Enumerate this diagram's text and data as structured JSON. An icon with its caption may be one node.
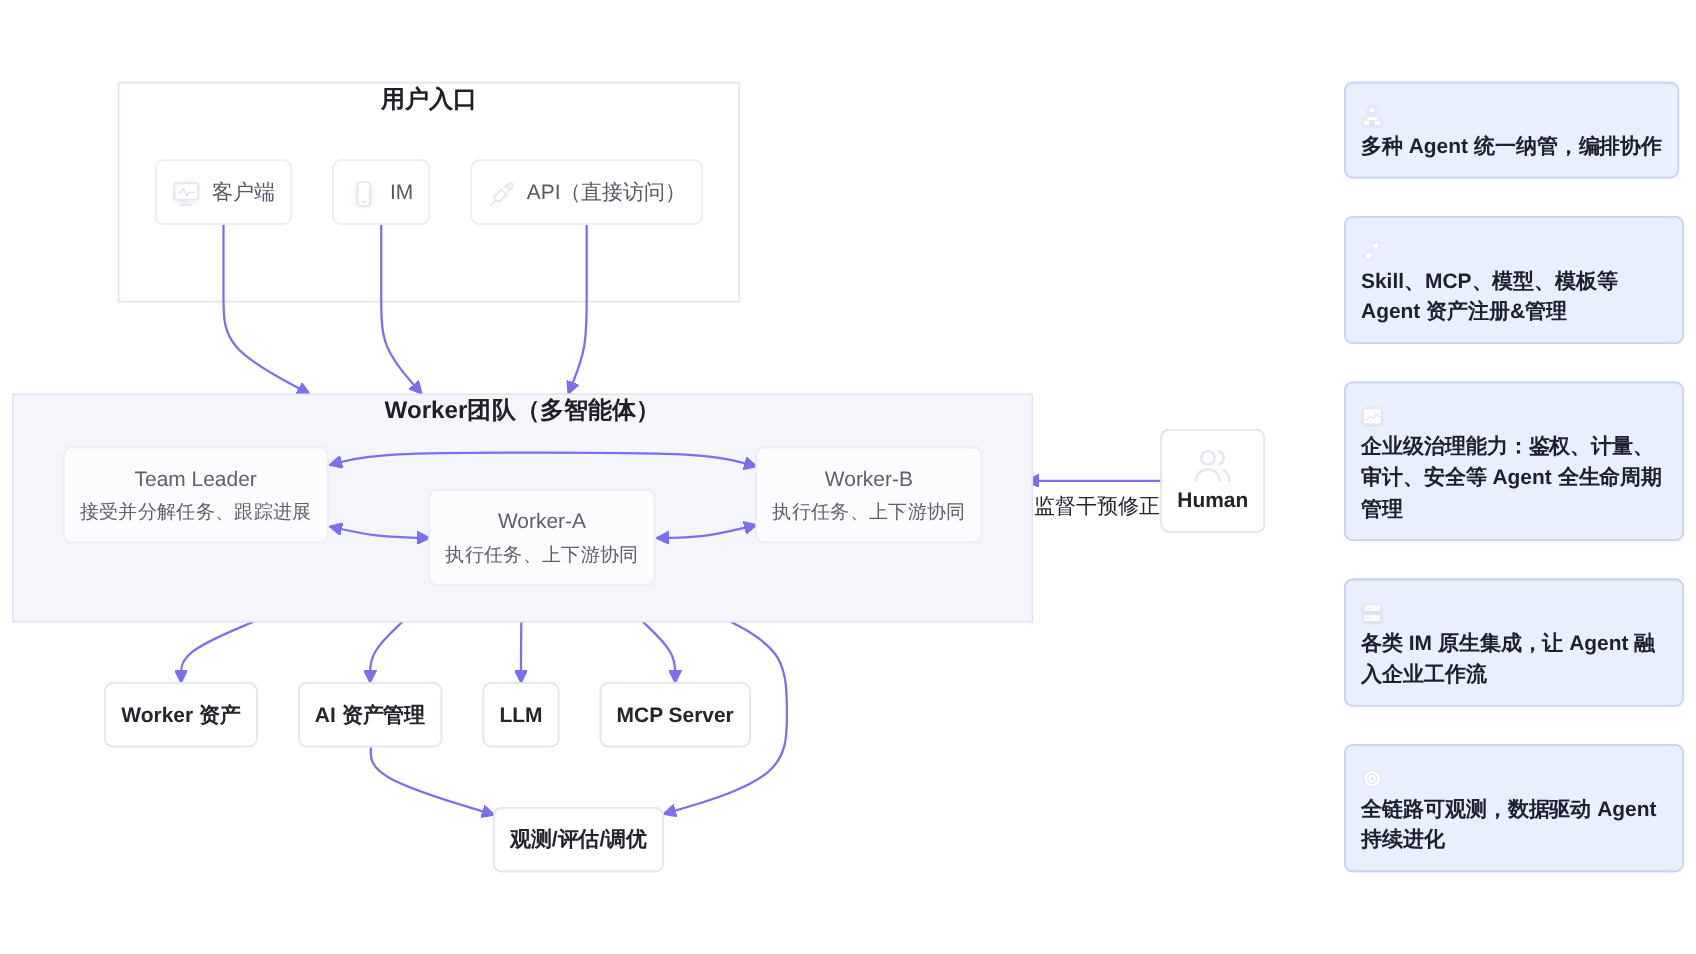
{
  "diagram": {
    "nodes": [
      {
        "text": [
          "用户入口"
        ]
      },
      {
        "text": [
          "客户端"
        ],
        "in": 0
      },
      {
        "text": [
          "IM"
        ],
        "in": 0
      },
      {
        "text": [
          "API（直接访问）"
        ],
        "in": 0
      },
      {
        "text": [
          "Worker 资产"
        ]
      },
      {
        "text": [
          "Worker团队（多智能体）"
        ]
      },
      {
        "text": [
          "Team Leader",
          "接受并分解任务、跟踪进展"
        ],
        "in": 5
      },
      {
        "text": [
          "Worker-A",
          "执行任务、上下游协同"
        ],
        "in": 5
      },
      {
        "text": [
          "Worker-B",
          "执行任务、上下游协同"
        ],
        "in": 5
      },
      {
        "text": [
          "Human"
        ]
      },
      {
        "text": [
          "AI 资产管理"
        ]
      },
      {
        "text": [
          "LLM"
        ]
      },
      {
        "text": [
          "MCP Server"
        ]
      },
      {
        "text": [
          "观测/评估/调优"
        ]
      },
      {
        "text": [
          "多种 Agent 统一纳管，编排协作"
        ]
      },
      {
        "text": [
          "Skill、MCP、模型、模板等 Agent 资产注册&管理"
        ]
      },
      {
        "text": [
          "企业级治理能力：鉴权、计量、审计、安全等 Agent 全生命周期管理"
        ]
      },
      {
        "text": [
          "各类 IM 原生集成，让 Agent 融入企业工作流"
        ]
      },
      {
        "text": [
          "全链路可观测，数据驱动 Agent 持续进化"
        ]
      }
    ],
    "edges": [
      {
        "from": 1,
        "to": 5,
        "arrow": "to"
      },
      {
        "from": 2,
        "to": 5,
        "arrow": "to"
      },
      {
        "from": 3,
        "to": 5,
        "arrow": "to"
      },
      {
        "from": 5,
        "to": 4,
        "arrow": "to"
      },
      {
        "from": 9,
        "to": 5,
        "arrow": "to",
        "label": "监督干预修正"
      },
      {
        "from": 6,
        "to": 7,
        "arrow": "both"
      },
      {
        "from": 6,
        "to": 8,
        "arrow": "both"
      },
      {
        "from": 7,
        "to": 8,
        "arrow": "both"
      },
      {
        "from": 5,
        "to": 10,
        "arrow": "to"
      },
      {
        "from": 5,
        "to": 11,
        "arrow": "to"
      },
      {
        "from": 5,
        "to": 12,
        "arrow": "to"
      },
      {
        "from": 5,
        "to": 13,
        "arrow": "to"
      },
      {
        "from": 10,
        "to": 13,
        "arrow": "to"
      }
    ]
  }
}
